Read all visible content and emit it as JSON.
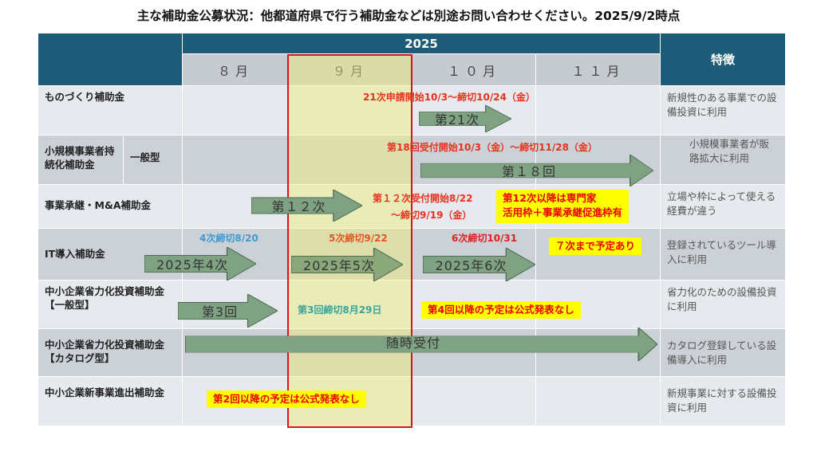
{
  "title": "主な補助金公募状況：他都道府県で行う補助金などは別途お問い合わせください。2025/9/2時点",
  "header": {
    "year": "2025",
    "features": "特徴",
    "months": [
      "８月",
      "９月",
      "１０月",
      "１１月"
    ]
  },
  "rows": [
    {
      "name": "ものづくり補助金",
      "feature": "新規性のある事業での設備投資に利用"
    },
    {
      "name": "小規模事業者持続化補助金",
      "sub": "一般型",
      "feature": "小規模事業者が販路拡大に利用"
    },
    {
      "name": "事業承継・M&A補助金",
      "feature": "立場や枠によって使える経費が違う"
    },
    {
      "name": "IT導入補助金",
      "feature": "登録されているツール導入に利用"
    },
    {
      "name": "中小企業省力化投資補助金【一般型】",
      "feature": "省力化のための設備投資に利用"
    },
    {
      "name": "中小企業省力化投資補助金【カタログ型】",
      "feature": "カタログ登録している設備導入に利用"
    },
    {
      "name": "中小企業新事業進出補助金",
      "feature": "新規事業に対する設備投資に利用"
    }
  ],
  "arrows": {
    "a21": "第21次",
    "a18": "第１８回",
    "a12": "第１２次",
    "it4": "2025年4次",
    "it5": "2025年5次",
    "it6": "2025年6次",
    "s3": "第3回",
    "cat": "随時受付"
  },
  "notes": {
    "mono": "21次申請開始10/3～締切10/24（金）",
    "jizoku": "第18回受付開始10/3（金）～締切11/28（金）",
    "shokei1": "第１２次受付開始8/22",
    "shokei2": "～締切9/19（金）",
    "shokei_box1": "第12次以降は専門家",
    "shokei_box2": "活用枠＋事業承継促進枠有",
    "it4": "4次締切8/20",
    "it5": "5次締切9/22",
    "it6": "6次締切10/31",
    "it7": "７次まで予定あり",
    "s3": "第3回締切8月29日",
    "s4": "第4回以降の予定は公式発表なし",
    "shin": "第2回以降の予定は公式発表なし"
  },
  "colors": {
    "header": "#1d5c78",
    "arrow": "#7fa283",
    "red": "#e8321e",
    "blue": "#3a9bd5",
    "teal": "#3aa39a",
    "highlight": "#d8141a"
  }
}
